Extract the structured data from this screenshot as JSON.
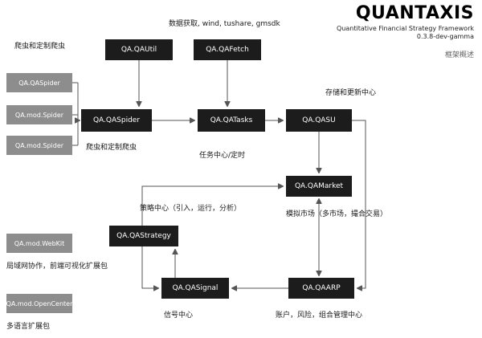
{
  "header": {
    "title": "QUANTAXIS",
    "subtitle": "Quantitative Financial Strategy Framework",
    "version": "0.3.8-dev-gamma",
    "caption": "框架概述"
  },
  "diagram": {
    "nodes": {
      "qautil": "QA.QAUtil",
      "qafetch": "QA.QAFetch",
      "qaspider": "QA.QASpider",
      "qatasks": "QA.QATasks",
      "qasu": "QA.QASU",
      "qamarket": "QA.QAMarket",
      "qastrategy": "QA.QAStrategy",
      "qasignal": "QA.QASignal",
      "qaarp": "QA.QAARP"
    },
    "modules": {
      "spider": "QA.QASpider",
      "mod_spider_1": "QA.mod.Spider",
      "mod_spider_2": "QA.mod.Spider",
      "webkit": "QA.mod.WebKit",
      "opencenter": "QA.mod.OpenCenter"
    },
    "labels": {
      "crawler_top": "爬虫和定制爬虫",
      "data_fetch": "数据获取, wind, tushare, gmsdk",
      "storage": "存储和更新中心",
      "crawler_mid": "爬虫和定制爬虫",
      "task_center": "任务中心/定时",
      "strategy_center": "策略中心（引入，运行，分析）",
      "sim_market": "模拟市场（多市场，撮合交易）",
      "lan": "局域网协作，前端可视化扩展包",
      "signal_center": "信号中心",
      "account": "账户，风险，组合管理中心",
      "multilang": "多语言扩展包"
    }
  },
  "colors": {
    "node_dark": "#1c1c1c",
    "node_gray": "#8d8d8d",
    "line": "#555555",
    "background": "#ffffff",
    "text": "#1a1a1a"
  }
}
